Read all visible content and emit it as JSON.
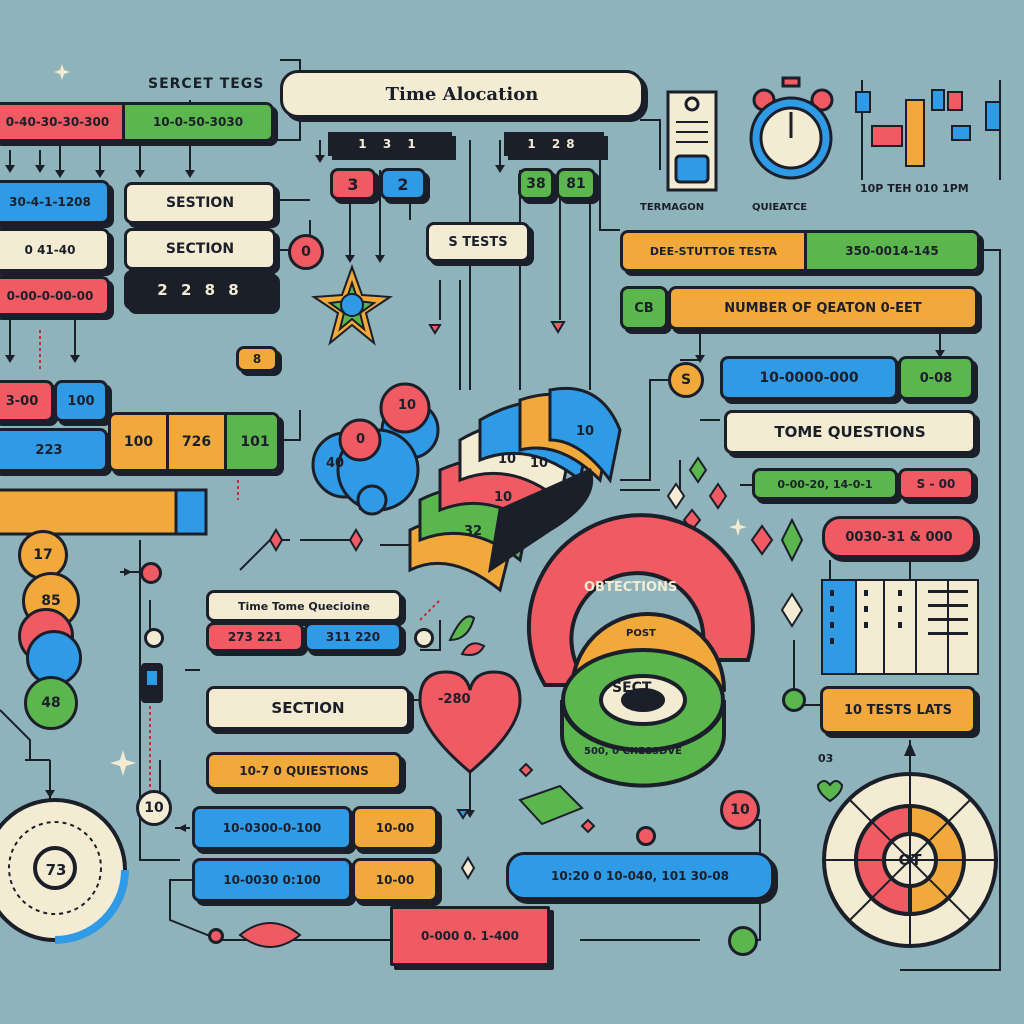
{
  "header": {
    "small_label": "SERCET TEGS",
    "title": "Time Alocation"
  },
  "top_right_icons": {
    "doc_label": "TERMAGON",
    "clock_label": "QUIEATCE",
    "chart_labels": "10P  TEH  010  1PM"
  },
  "left_column": {
    "top_red": "0-40-30-30-300",
    "top_green": "10-0-50-3030",
    "blue_1": "30-4-1-1208",
    "cream_2": "0 41-40",
    "red_3": "0-00-0-00-00",
    "section_1": "SESTION",
    "section_2": "SECTION",
    "section_numbers": "2  2  8  8",
    "row_a_red": "3-00",
    "row_a_blue": "100",
    "row_b_blue": "223",
    "cells": [
      "100",
      "726",
      "101"
    ],
    "badge_a": "8"
  },
  "top_mid": {
    "bracket_left_nums": "1  3  1",
    "bracket_right_nums": "1  28",
    "tile_red": "3",
    "tile_blue": "2",
    "tile_green_a": "38",
    "tile_green_b": "81",
    "tests_box": "S TESTS",
    "circle_a": "0"
  },
  "right_column": {
    "desc_left": "DEE-STUTTOE TESTA",
    "desc_right": "350-0014-145",
    "small_cb": "CB",
    "number_bar": "NUMBER OF QEATON 0-EET",
    "circle_s": "S",
    "blue_row": "10-0000-000",
    "green_row": "0-08",
    "tome_q": "TOME QUESTIONS",
    "green_small": "0-00-20, 14-0-1",
    "red_small": "S - 00",
    "red_pill": "0030-31 & 000",
    "tests_bar": "10 TESTS LATS"
  },
  "bottom_left": {
    "stack": [
      "17",
      "85",
      "",
      "",
      "48"
    ],
    "dial_value": "73",
    "circle_10": "10"
  },
  "center": {
    "time_q_title": "Time Tome Quecioine",
    "time_q_red": "273  221",
    "time_q_blue": "311  220",
    "section": "SECTION",
    "questions": "10-7 0 QUIESTIONS",
    "row1_blue": "10-0300-0-100",
    "row1_orange": "10-00",
    "row2_blue": "10-0030 0:100",
    "row2_orange": "10-00",
    "bottom_blue": "10:20 0 10-040, 101 30-08",
    "bottom_red": "0-000 0. 1-400",
    "heart_value": "-280",
    "fan_values": [
      "10",
      "10",
      "10",
      "32",
      "10"
    ],
    "bubble_values": [
      "10",
      "0",
      "40"
    ]
  },
  "donut": {
    "outer_label": "OBTECTIONS",
    "inner_top": "POST",
    "orange_label": "SECT",
    "green_label": "500, 0 CHESSDVE",
    "circle_10": "10"
  },
  "bottom_right_dial": {
    "value": "OT",
    "side_label": "03"
  },
  "colors": {
    "background": "#8fb3bb",
    "ink": "#1b1f2a",
    "cream": "#f4ecd2",
    "red": "#ef5a63",
    "green": "#5bb64e",
    "blue": "#2f9be6",
    "orange": "#f2a93b"
  }
}
